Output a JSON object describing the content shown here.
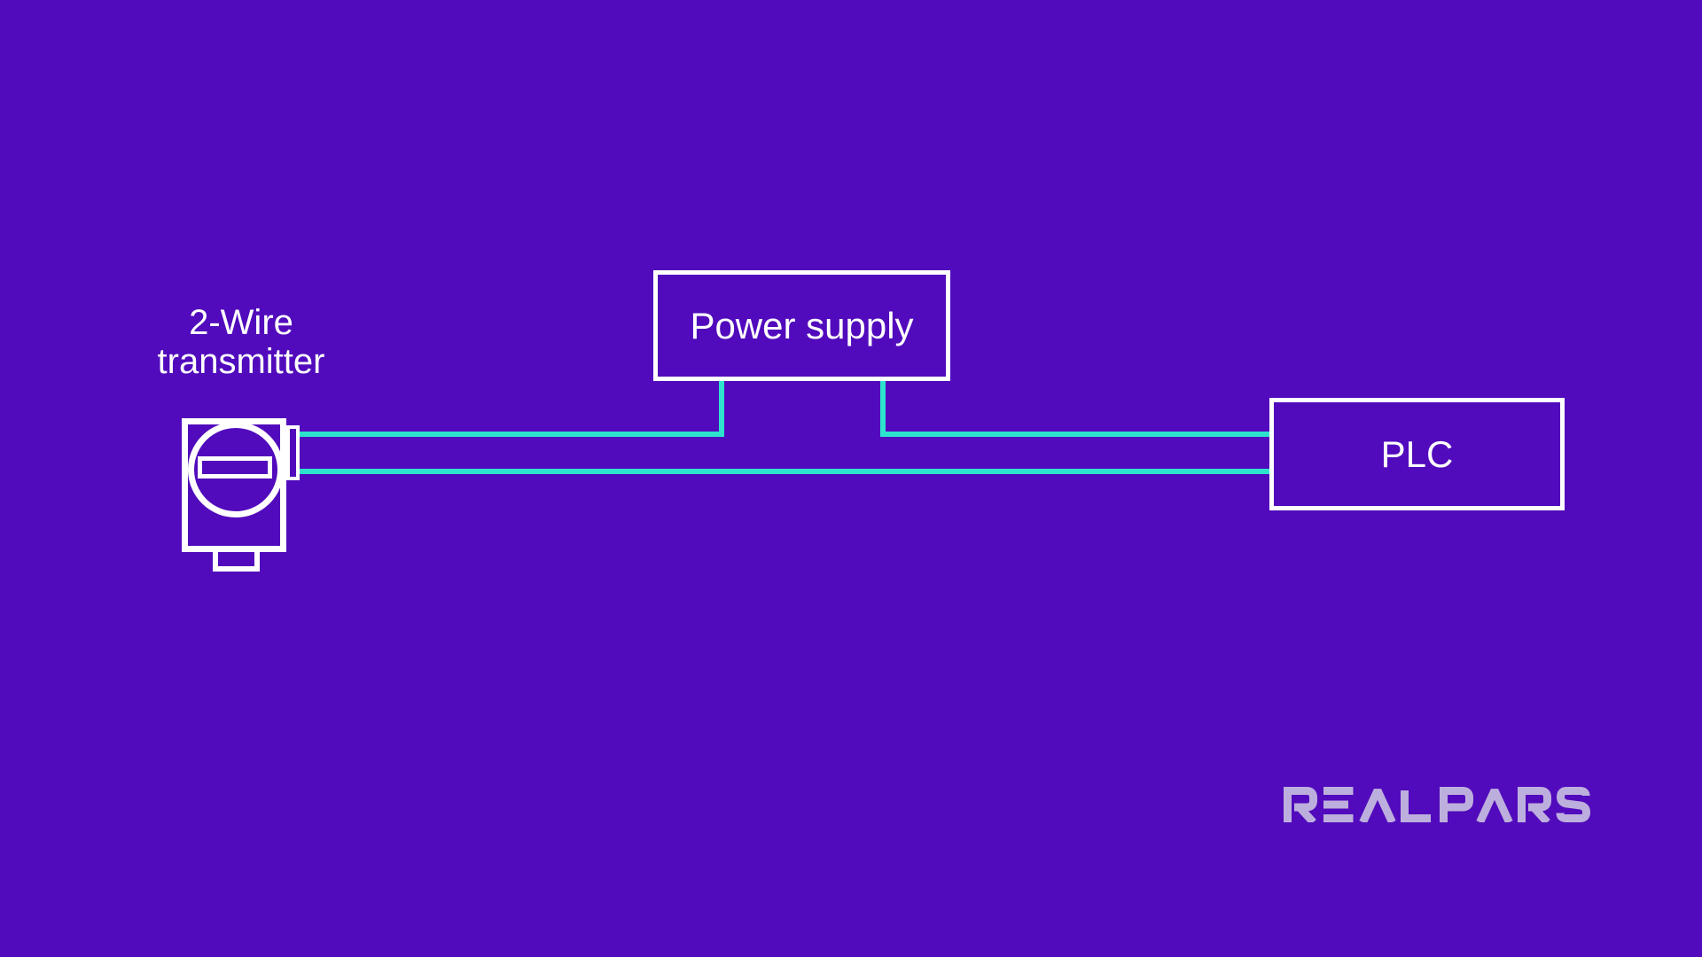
{
  "colors": {
    "background": "#510bbc",
    "wire": "#2de3cd",
    "stroke_white": "#ffffff",
    "text": "#ffffff",
    "logo": "#bdafdd"
  },
  "diagram": {
    "transmitter_label": "2-Wire transmitter",
    "power_supply_label": "Power supply",
    "plc_label": "PLC"
  },
  "logo": {
    "text": "REALPARS"
  }
}
